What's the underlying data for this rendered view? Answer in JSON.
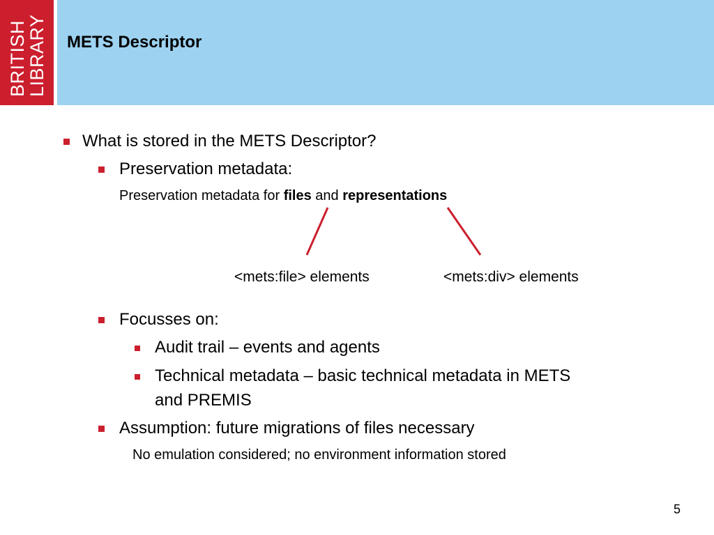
{
  "logo": {
    "line1": "BRITISH",
    "line2": "LIBRARY"
  },
  "title": "METS Descriptor",
  "bullets": {
    "q": "What is stored in the METS Descriptor?",
    "preservation_heading": "Preservation metadata:",
    "preservation_detail": {
      "prefix": "Preservation metadata for ",
      "files": "files",
      "and": " and ",
      "representations": "representations"
    },
    "mets_file": "<mets:file> elements",
    "mets_div": "<mets:div> elements",
    "focusses": "Focusses on:",
    "audit": "Audit trail – events and agents",
    "technical_line1": "Technical metadata – basic technical metadata in METS",
    "technical_line2": "and PREMIS",
    "assumption": "Assumption: future migrations of files necessary",
    "no_emulation": "No emulation considered; no environment information stored"
  },
  "page_number": "5",
  "colors": {
    "accent": "#cc1f2e",
    "header": "#9dd2f1"
  }
}
